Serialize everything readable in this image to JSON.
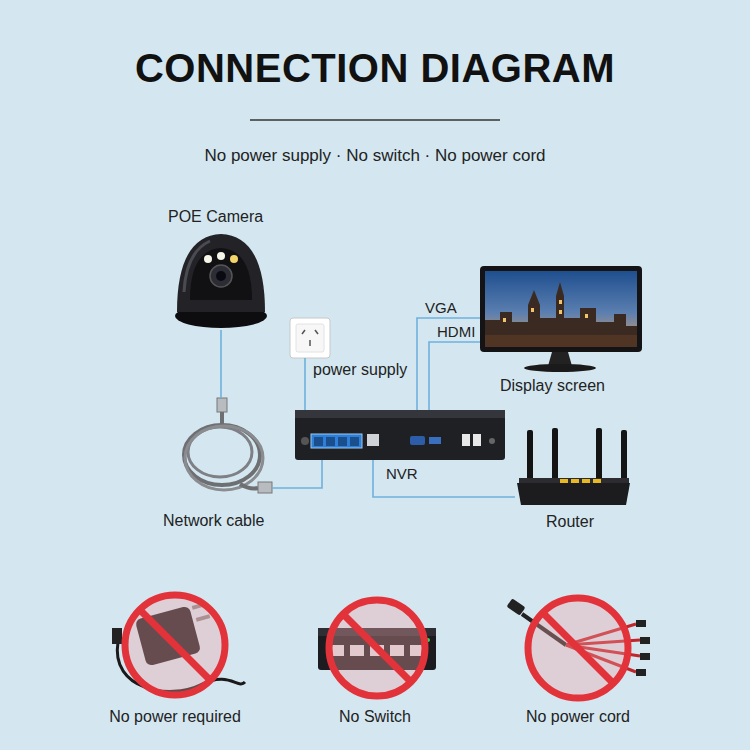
{
  "diagram": {
    "title": "CONNECTION DIAGRAM",
    "nodes": [
      {
        "text": [
          "POE Camera"
        ]
      },
      {
        "text": [
          "power supply"
        ]
      },
      {
        "text": [
          "Display screen"
        ]
      },
      {
        "text": [
          "Network cable"
        ]
      },
      {
        "text": [
          "NVR"
        ]
      },
      {
        "text": [
          "Router"
        ]
      },
      {
        "text": [
          "No power required"
        ]
      },
      {
        "text": [
          "No Switch"
        ]
      },
      {
        "text": [
          "No power cord"
        ]
      }
    ],
    "edges": [
      {
        "from": 0,
        "to": 3,
        "arrow": "none"
      },
      {
        "from": 3,
        "to": 4,
        "arrow": "none"
      },
      {
        "from": 1,
        "to": 4,
        "arrow": "none"
      },
      {
        "from": 4,
        "to": 2,
        "label": "VGA",
        "arrow": "none"
      },
      {
        "from": 4,
        "to": 2,
        "label": "HDMI",
        "arrow": "none"
      },
      {
        "from": 4,
        "to": 5,
        "arrow": "none"
      }
    ],
    "labels": [
      "No power supply · No switch · No power cord"
    ]
  }
}
